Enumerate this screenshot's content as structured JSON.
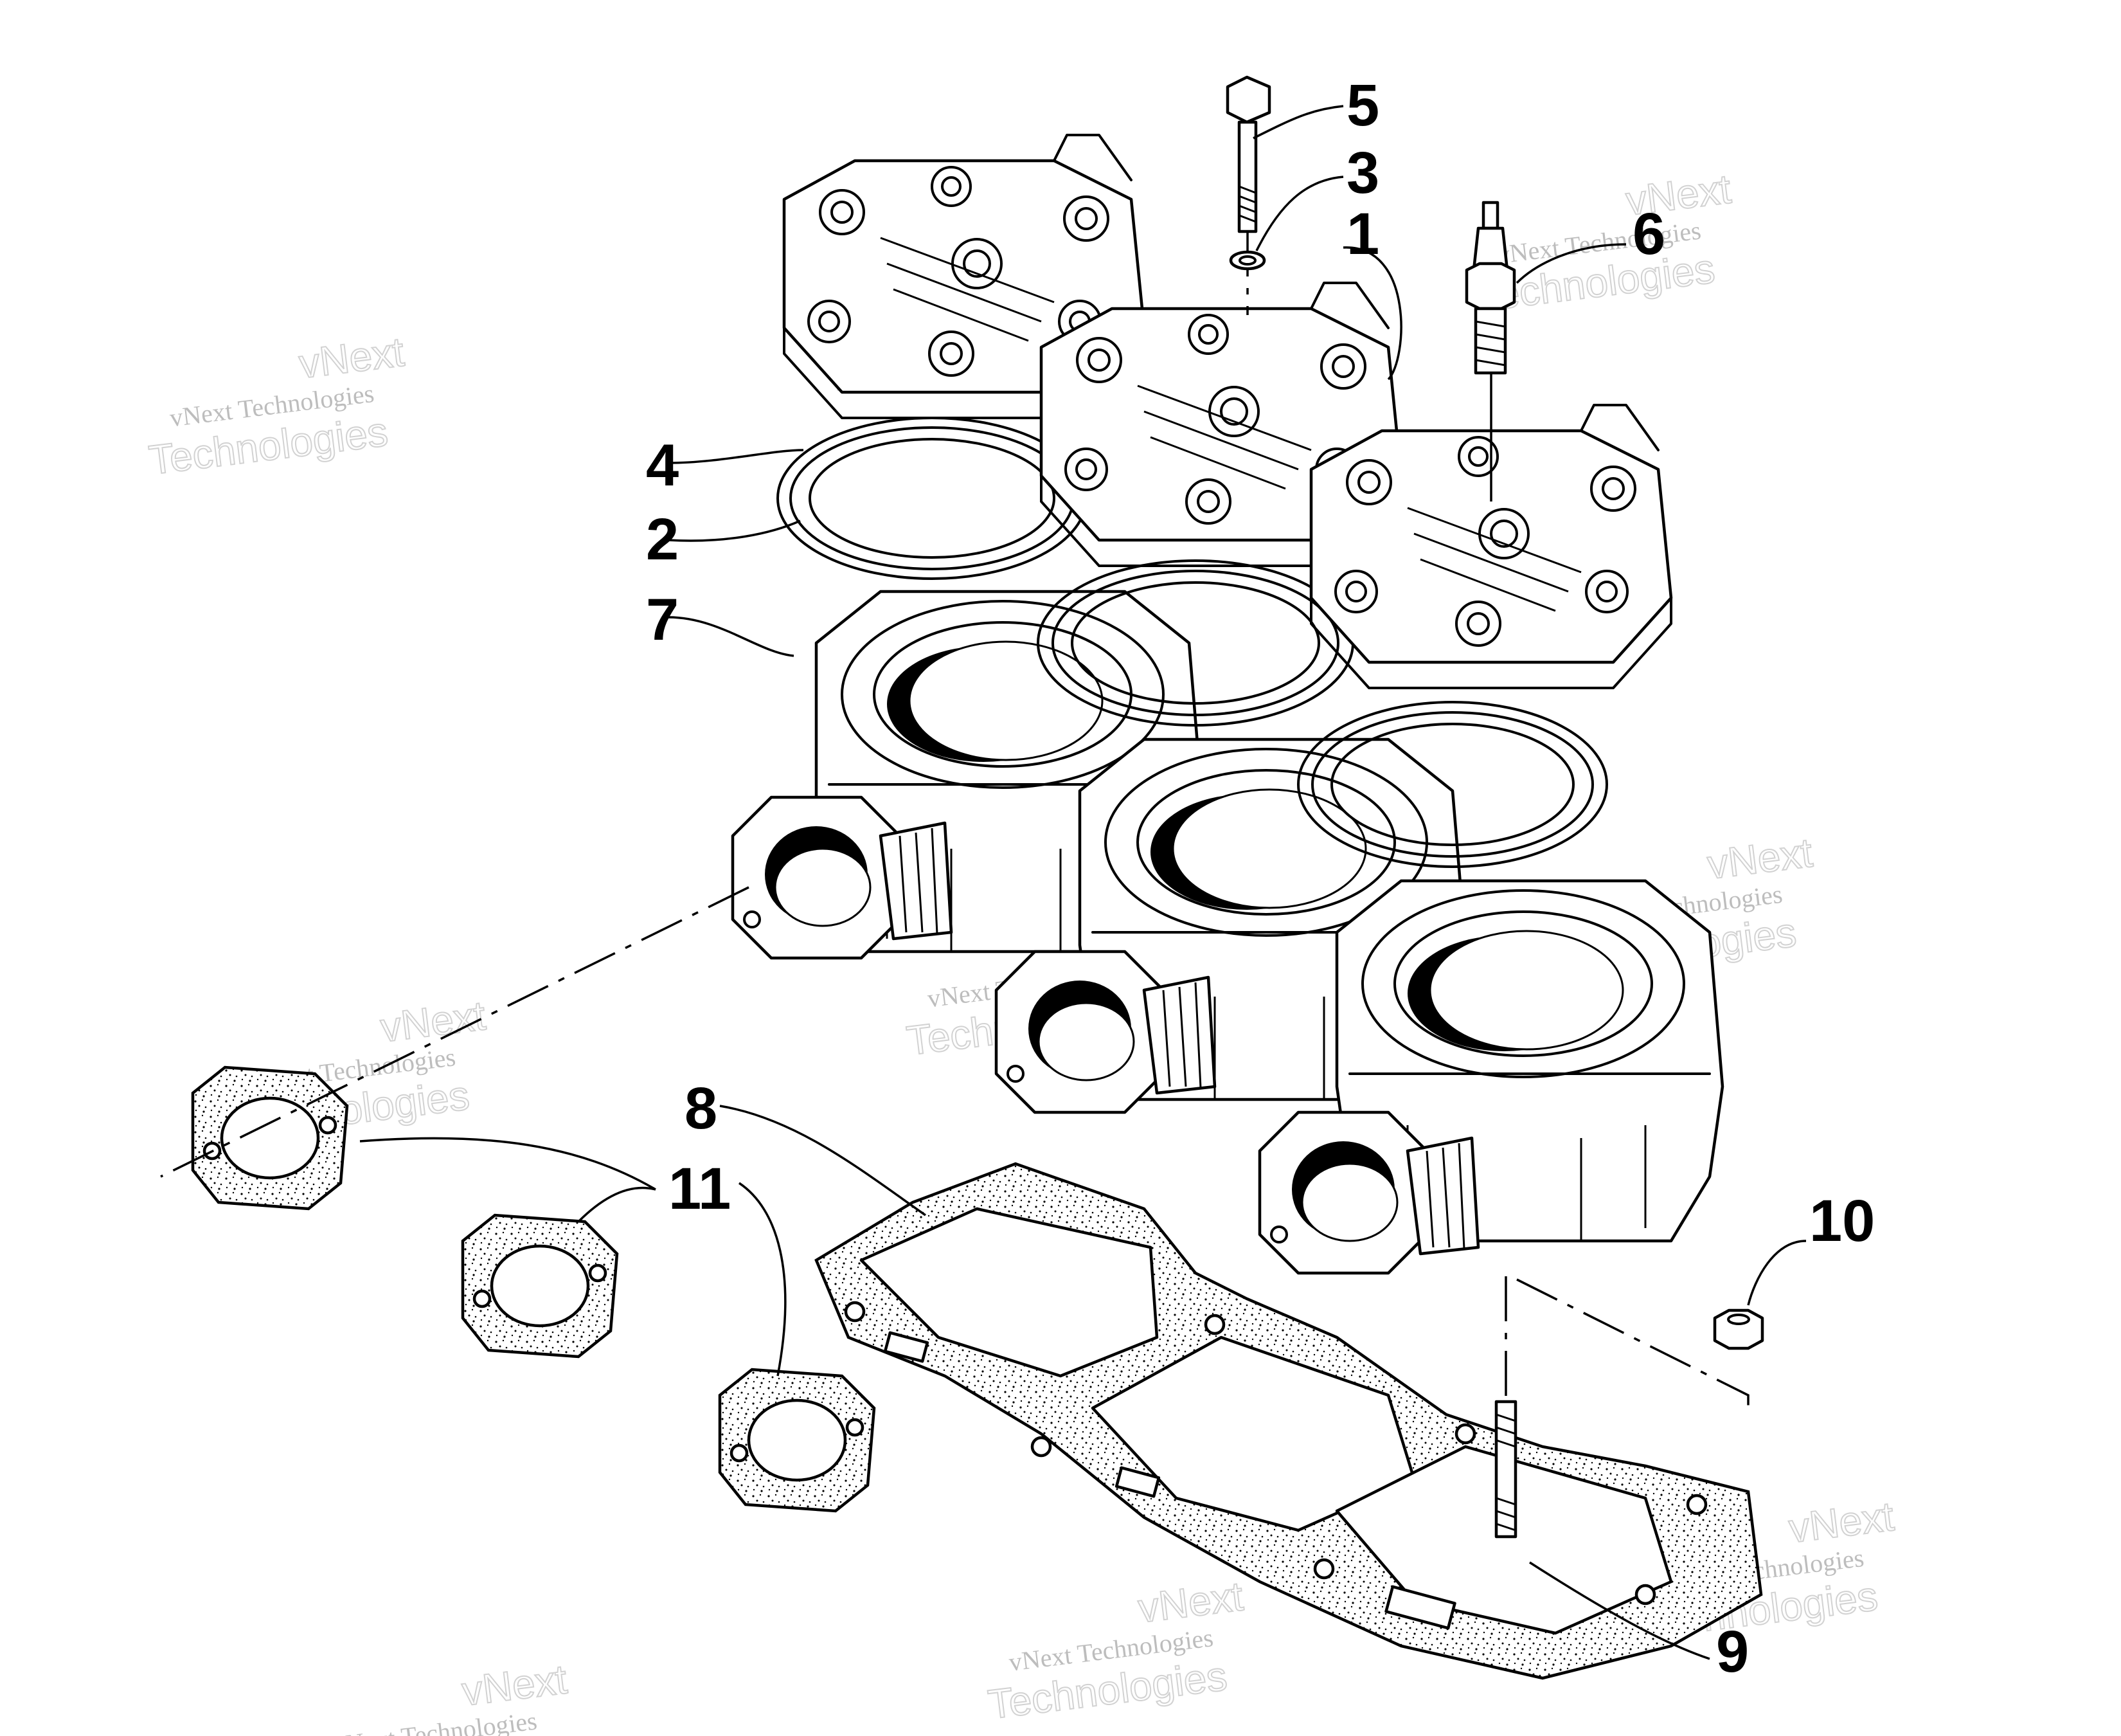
{
  "watermark": {
    "line_small": "vNext Technologies",
    "line_big": "Technologies",
    "line_top": "vNext"
  },
  "callouts": [
    {
      "id": "1",
      "label": "1"
    },
    {
      "id": "2",
      "label": "2"
    },
    {
      "id": "3",
      "label": "3"
    },
    {
      "id": "4",
      "label": "4"
    },
    {
      "id": "5",
      "label": "5"
    },
    {
      "id": "6",
      "label": "6"
    },
    {
      "id": "7",
      "label": "7"
    },
    {
      "id": "8",
      "label": "8"
    },
    {
      "id": "9",
      "label": "9"
    },
    {
      "id": "10",
      "label": "10"
    },
    {
      "id": "11",
      "label": "11"
    }
  ],
  "colors": {
    "ink": "#000000",
    "paper": "#ffffff",
    "watermark": "#b5b5b5"
  }
}
